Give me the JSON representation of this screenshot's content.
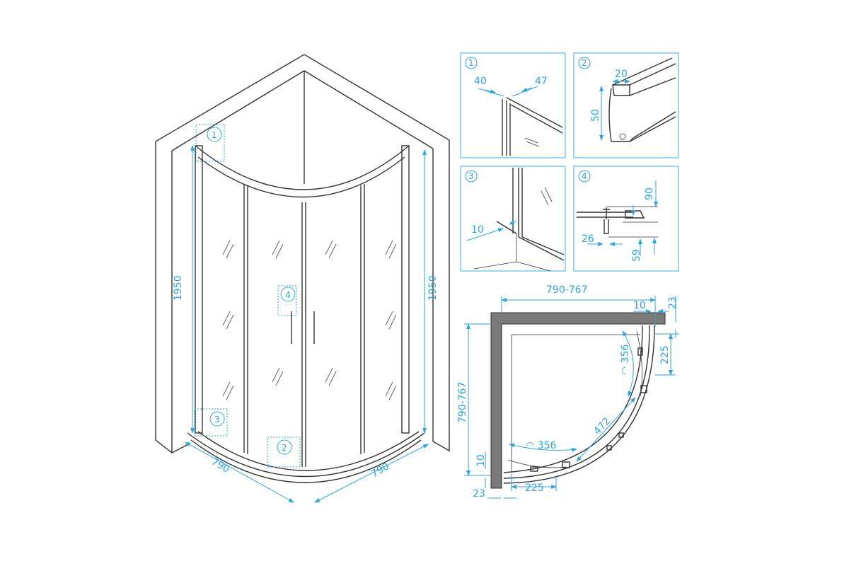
{
  "main_view": {
    "height_left": "1950",
    "height_right": "1950",
    "width_left": "790",
    "width_right": "790",
    "callouts": [
      "1",
      "2",
      "3",
      "4"
    ]
  },
  "details": [
    {
      "number": "1",
      "dims": [
        "40",
        "47"
      ]
    },
    {
      "number": "2",
      "dims": [
        "20",
        "50"
      ]
    },
    {
      "number": "3",
      "dims": [
        "10"
      ]
    },
    {
      "number": "4",
      "dims": [
        "90",
        "26",
        "59"
      ]
    }
  ],
  "plan_view": {
    "width": "790-767",
    "depth": "790-767",
    "gap_top": "10",
    "gap_left": "10",
    "offset_top": "23",
    "offset_left": "23",
    "door_right": "225",
    "door_bottom": "225",
    "arc_right": "◠ 356",
    "arc_bottom": "◠ 356",
    "diagonal": "472"
  },
  "colors": {
    "dimension": "#2ea6dd",
    "line": "#333333",
    "wall": "#7a7a7a"
  }
}
